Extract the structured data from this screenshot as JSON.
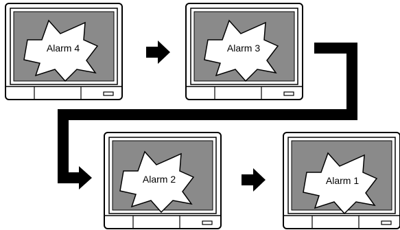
{
  "monitors": [
    {
      "label": "Alarm 4"
    },
    {
      "label": "Alarm 3"
    },
    {
      "label": "Alarm 2"
    },
    {
      "label": "Alarm 1"
    }
  ],
  "colors": {
    "screen": "#8a8a8a",
    "bezel": "#ffffff",
    "line": "#000000",
    "burst": "#ffffff"
  },
  "icons": {
    "monitor": "crt-monitor-icon",
    "burst": "alarm-burst-icon",
    "arrow": "flow-arrow"
  }
}
